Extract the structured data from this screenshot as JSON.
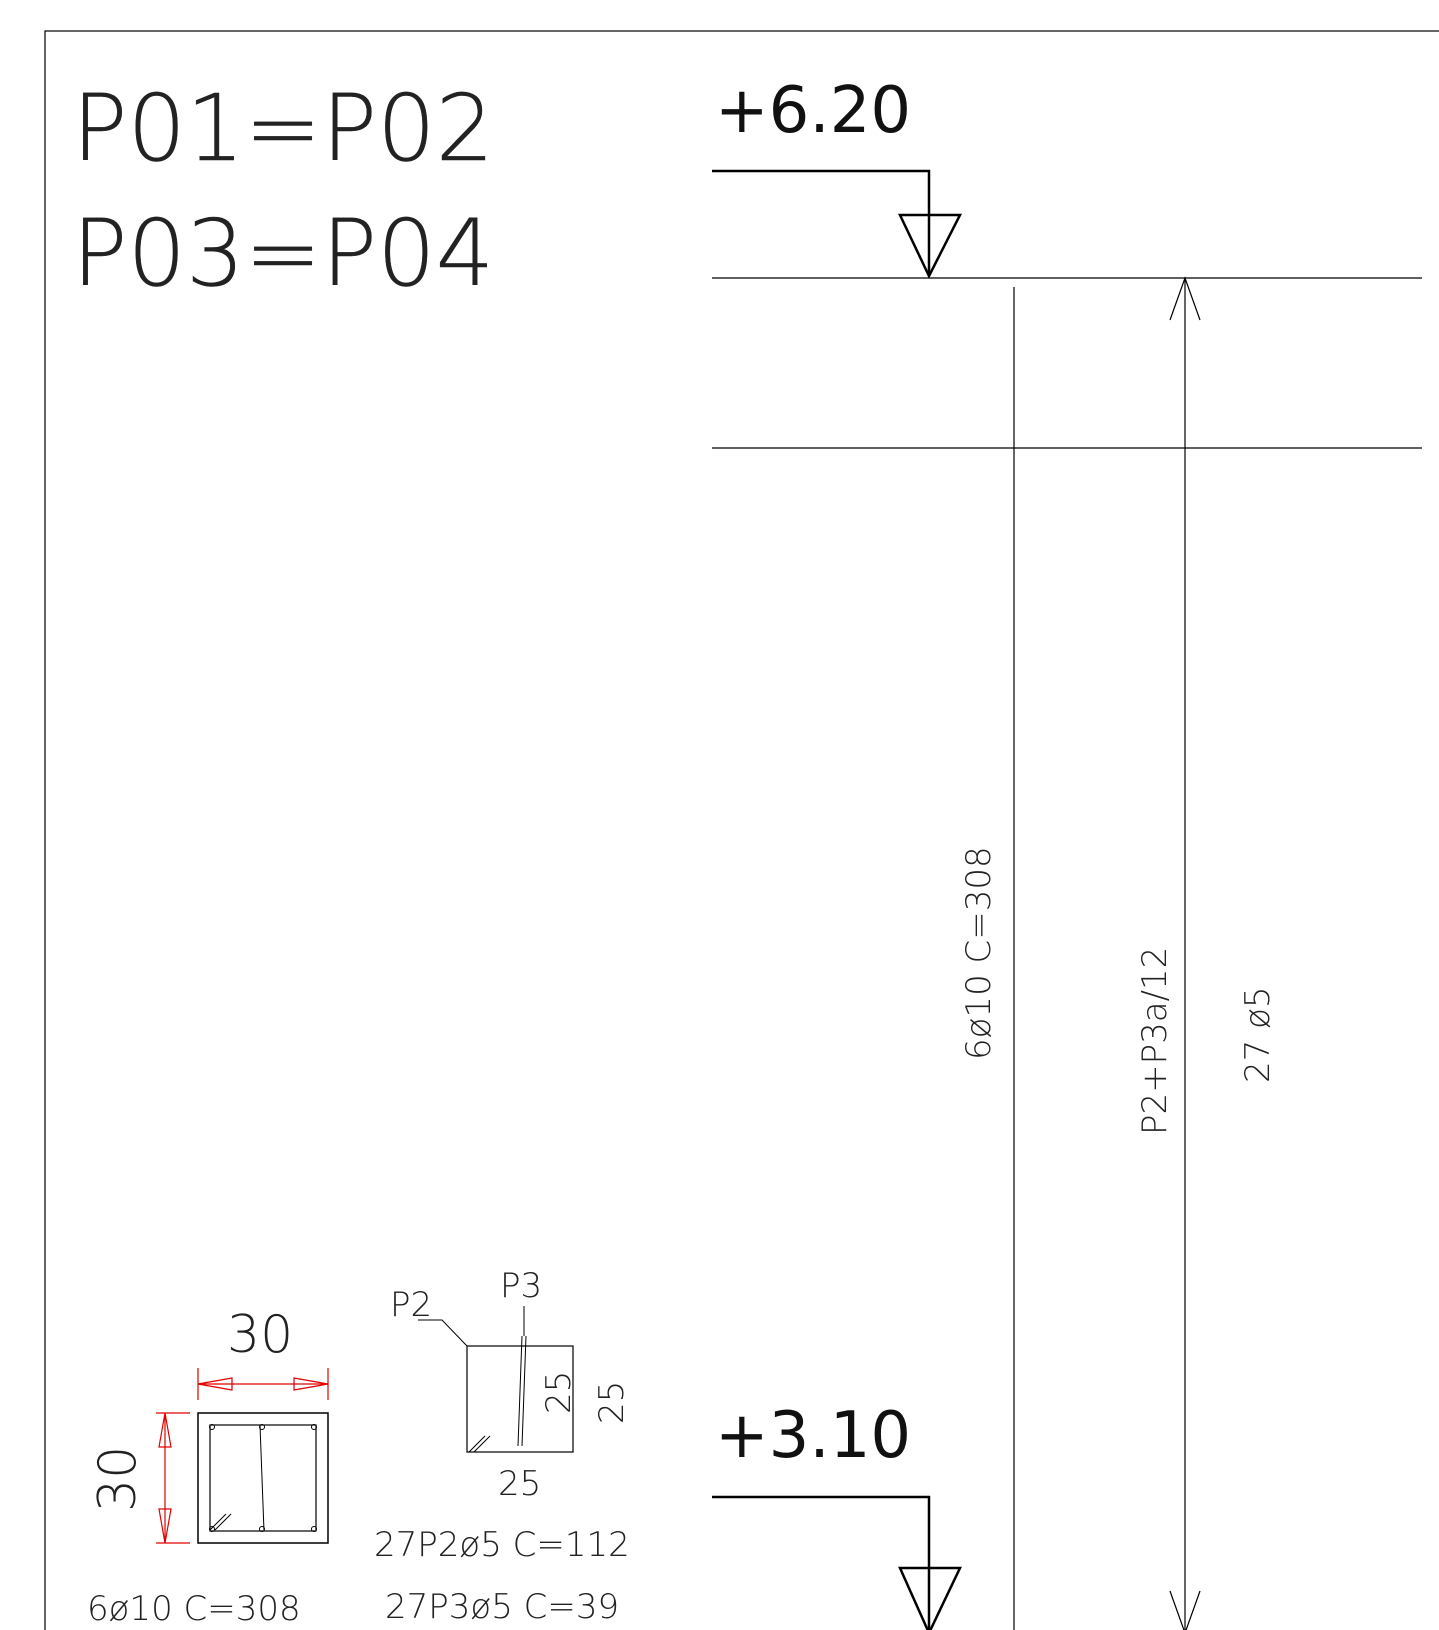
{
  "title": {
    "line1": "P01=P02",
    "line2": "P03=P04"
  },
  "levels": {
    "top": "+6.20",
    "bottom": "+3.10"
  },
  "elevation_labels": {
    "longitudinal": "6ø10  C=308",
    "stirrup_type": "P2+P3a/12",
    "stirrup_count": "27  ø5"
  },
  "column_section": {
    "width": "30",
    "height": "30",
    "caption": "6ø10  C=308"
  },
  "stirrup_detail": {
    "label_p2": "P2",
    "label_p3": "P3",
    "inner_dim": "25",
    "side_dim": "25",
    "bottom_dim": "25",
    "caption_line1": "27P2ø5  C=112",
    "caption_line2": "27P3ø5  C=39"
  },
  "colors": {
    "line": "#000000",
    "text": "#1a1a1a",
    "dimension": "#e00000"
  }
}
